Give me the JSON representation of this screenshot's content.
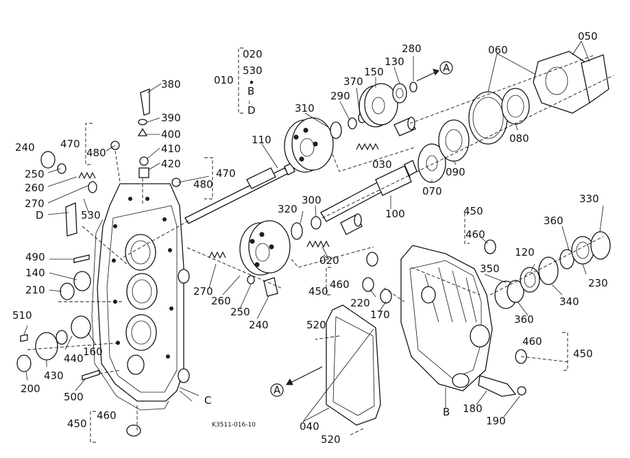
{
  "drawing_code": "K3511-016-10",
  "refs": {
    "A": "A",
    "B": "B",
    "C": "C",
    "D": "D"
  },
  "kit": {
    "main": "010",
    "items": [
      "020",
      "530",
      "B",
      "D"
    ]
  },
  "parts": {
    "p020": "020",
    "p030": "030",
    "p040": "040",
    "p050": "050",
    "p060": "060",
    "p070": "070",
    "p080": "080",
    "p090": "090",
    "p100": "100",
    "p110": "110",
    "p120": "120",
    "p130": "130",
    "p140": "140",
    "p150": "150",
    "p160": "160",
    "p170": "170",
    "p180": "180",
    "p190": "190",
    "p200": "200",
    "p210": "210",
    "p220": "220",
    "p230": "230",
    "p240": "240",
    "p250": "250",
    "p260": "260",
    "p270": "270",
    "p280": "280",
    "p290": "290",
    "p300": "300",
    "p310": "310",
    "p320": "320",
    "p330": "330",
    "p340": "340",
    "p350": "350",
    "p360": "360",
    "p370": "370",
    "p380": "380",
    "p390": "390",
    "p400": "400",
    "p410": "410",
    "p420": "420",
    "p430": "430",
    "p440": "440",
    "p450": "450",
    "p460": "460",
    "p470": "470",
    "p480": "480",
    "p490": "490",
    "p500": "500",
    "p510": "510",
    "p520": "520",
    "p530": "530"
  }
}
